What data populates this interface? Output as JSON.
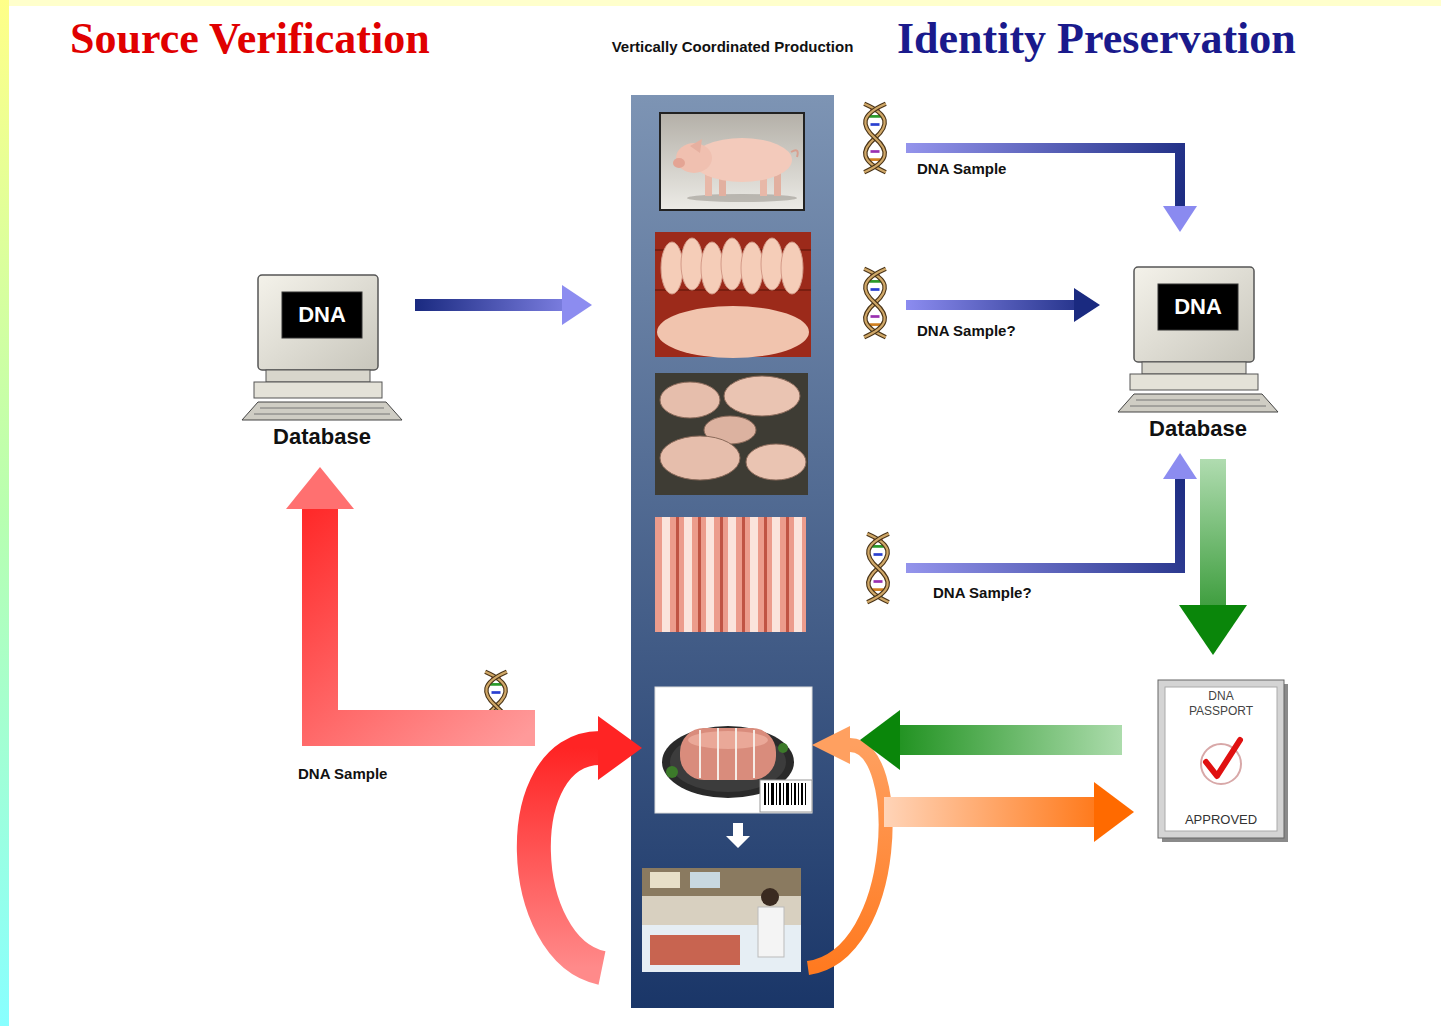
{
  "diagram": {
    "nodes": [
      {
        "text": [
          "DNA",
          "Database"
        ]
      },
      {
        "text": [
          "Vertically Coordinated Production"
        ]
      },
      {
        "text": [
          "DNA",
          "Database"
        ]
      },
      {
        "text": [
          "DNA PASSPORT",
          "APPROVED"
        ]
      }
    ],
    "edges": [
      {
        "from": 0,
        "to": 1,
        "arrow": "to"
      },
      {
        "from": 1,
        "to": 2,
        "label": "DNA Sample",
        "arrow": "to"
      },
      {
        "from": 1,
        "to": 2,
        "label": "DNA Sample?",
        "arrow": "to"
      },
      {
        "from": 1,
        "to": 2,
        "label": "DNA Sample?",
        "arrow": "to"
      },
      {
        "from": 2,
        "to": 3,
        "arrow": "to"
      },
      {
        "from": 3,
        "to": 1,
        "arrow": "to"
      },
      {
        "from": 1,
        "to": 3,
        "arrow": "to"
      },
      {
        "from": 1,
        "to": 0,
        "label": "DNA Sample",
        "arrow": "to"
      }
    ],
    "labels": [
      "Source Verification",
      "Identity Preservation"
    ]
  }
}
